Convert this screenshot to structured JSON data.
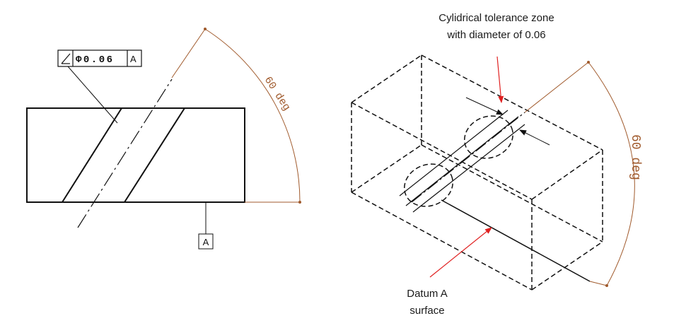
{
  "colors": {
    "line": "#111111",
    "dimension": "#a05a2c",
    "pointer": "#e02020",
    "text": "#1a1a1a"
  },
  "front_view": {
    "fcf": {
      "symbol_name": "angularity-icon",
      "tolerance": "Φ0.06",
      "datum": "A"
    },
    "datum_label": "A",
    "angle_label": "60 deg"
  },
  "iso_view": {
    "angle_label": "60 deg",
    "zone_caption_line1": "Cylidrical tolerance zone",
    "zone_caption_line2": "with diameter of 0.06",
    "datum_caption_line1": "Datum A",
    "datum_caption_line2": "surface"
  }
}
